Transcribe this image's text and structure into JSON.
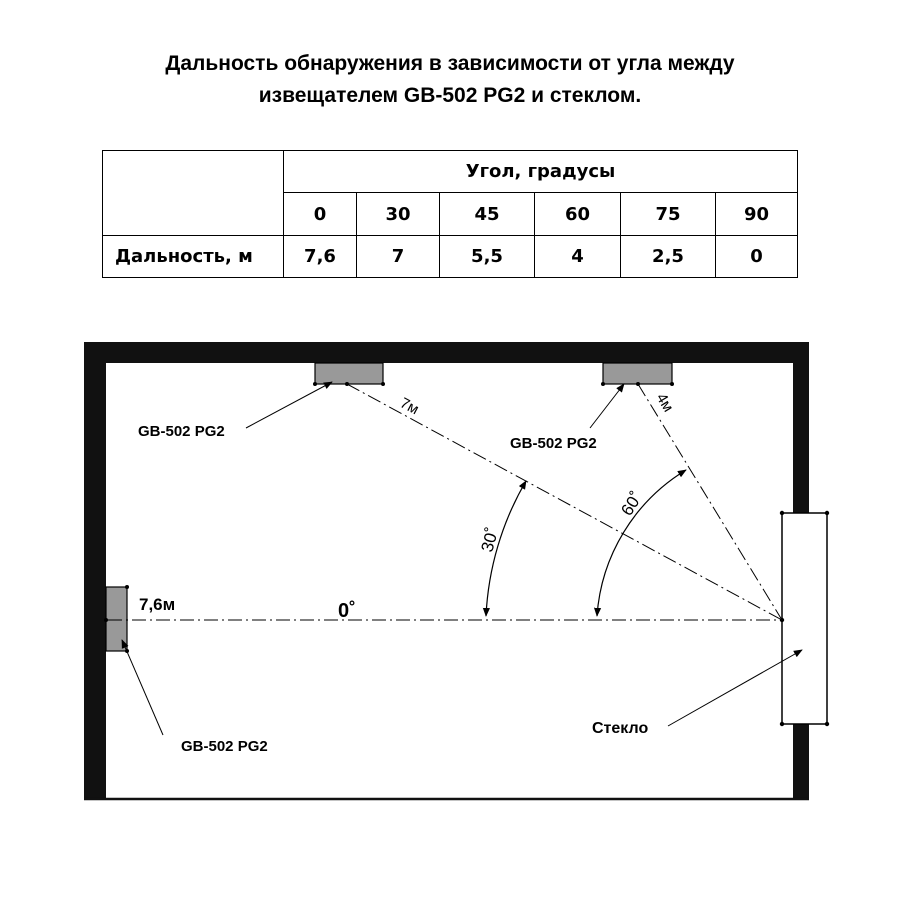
{
  "title": {
    "line1": "Дальность обнаружения в зависимости от угла между",
    "line2": "извещателем GB-502 PG2  и стеклом."
  },
  "table": {
    "angle_header": "Угол,  градусы",
    "row_label": "Дальность, м",
    "angles": [
      "0",
      "30",
      "45",
      "60",
      "75",
      "90"
    ],
    "ranges": [
      "7,6",
      "7",
      "5,5",
      "4",
      "2,5",
      "0"
    ]
  },
  "diagram": {
    "detector_label_top_left": "GB-502 PG2",
    "detector_label_top_right": "GB-502 PG2",
    "detector_label_left": "GB-502 PG2",
    "glass_label": "Стекло",
    "distance_7m": "7м",
    "distance_4m": "4м",
    "distance_76m": "7,6м",
    "angle_0": "0˚",
    "angle_30": "30˚",
    "angle_60": "60˚"
  },
  "colors": {
    "wall": "#111111",
    "detector_fill": "#999999"
  }
}
